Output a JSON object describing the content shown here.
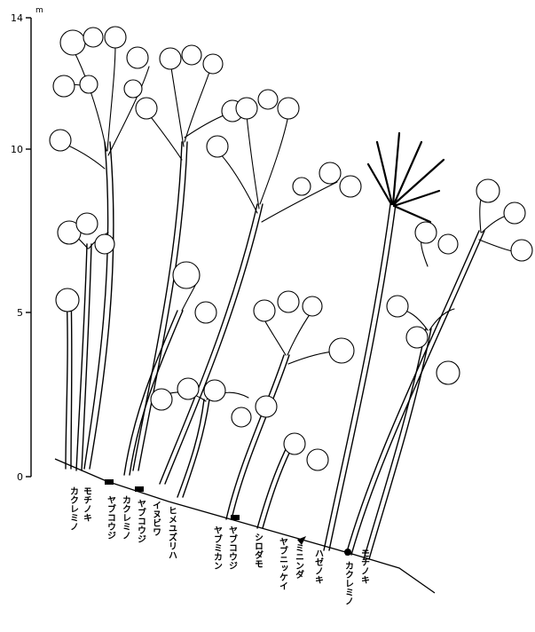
{
  "figure": {
    "y_axis": {
      "unit": "m",
      "ticks": [
        {
          "value": 0,
          "label": "0"
        },
        {
          "value": 5,
          "label": "5"
        },
        {
          "value": 10,
          "label": "10"
        },
        {
          "value": 14,
          "label": "14"
        }
      ]
    },
    "species_labels": [
      "カクレミノ",
      "モチノキ",
      "ヤブコウジ",
      "カクレミノ",
      "ヤブコウジ",
      "イヌビワ",
      "ヒメユズリハ",
      "ヤブコウジ",
      "ヤブミカン",
      "シロダモ",
      "ヤブニッケイ",
      "ミニンダ",
      "ハゼノキ",
      "カクレミノ",
      "モチノキ"
    ]
  }
}
